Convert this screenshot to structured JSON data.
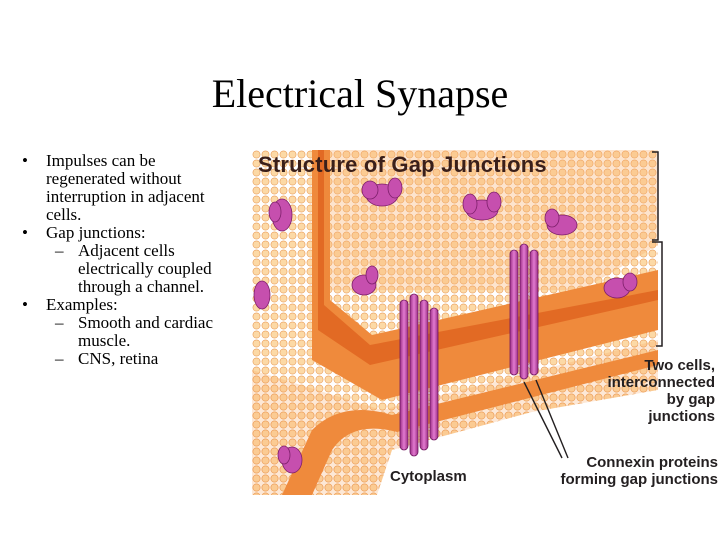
{
  "slide": {
    "title": "Electrical Synapse",
    "bullets": [
      {
        "text": "Impulses can be regenerated without interruption in adjacent cells.",
        "lines": [
          "Impulses can be",
          "regenerated without",
          "interruption in adjacent",
          "cells."
        ]
      },
      {
        "text": "Gap junctions:",
        "lines": [
          "Gap junctions:"
        ],
        "sub": [
          {
            "lines": [
              "Adjacent cells",
              "electrically coupled",
              "through a channel."
            ]
          }
        ]
      },
      {
        "text": "Examples:",
        "lines": [
          "Examples:"
        ],
        "sub": [
          {
            "lines": [
              "Smooth and cardiac",
              "muscle."
            ]
          },
          {
            "lines": [
              "CNS, retina"
            ]
          }
        ]
      }
    ]
  },
  "figure": {
    "title": "Structure of Gap Junctions",
    "label_two_cells": [
      "Two cells,",
      "interconnected",
      "by gap",
      "junctions"
    ],
    "label_cytoplasm": "Cytoplasm",
    "label_connexin": [
      "Connexin proteins",
      "forming gap junctions"
    ],
    "colors": {
      "membrane": "#f7a25a",
      "membrane_dark": "#e8742c",
      "bead": "#fbd5a0",
      "protein": "#c247a8",
      "protein_light": "#e27ad0"
    }
  }
}
